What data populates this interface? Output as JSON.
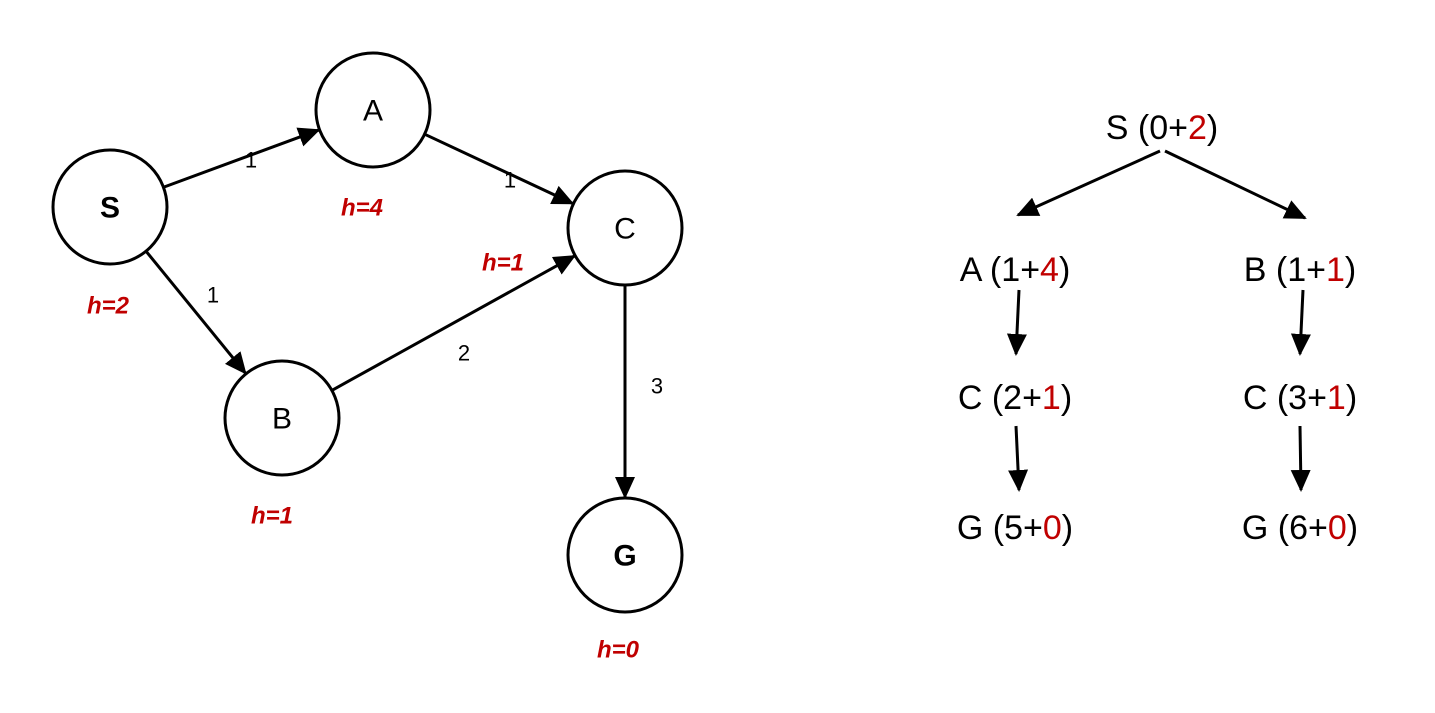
{
  "colors": {
    "heuristic": "#c00000",
    "stroke": "#000000"
  },
  "graph": {
    "nodes": [
      {
        "id": "S",
        "label": "S",
        "bold": true,
        "heuristic": "h=2"
      },
      {
        "id": "A",
        "label": "A",
        "bold": false,
        "heuristic": "h=4"
      },
      {
        "id": "B",
        "label": "B",
        "bold": false,
        "heuristic": "h=1"
      },
      {
        "id": "C",
        "label": "C",
        "bold": false,
        "heuristic": "h=1"
      },
      {
        "id": "G",
        "label": "G",
        "bold": true,
        "heuristic": "h=0"
      }
    ],
    "edges": [
      {
        "from": "S",
        "to": "A",
        "weight": "1"
      },
      {
        "from": "S",
        "to": "B",
        "weight": "1"
      },
      {
        "from": "A",
        "to": "C",
        "weight": "1"
      },
      {
        "from": "B",
        "to": "C",
        "weight": "2"
      },
      {
        "from": "C",
        "to": "G",
        "weight": "3"
      }
    ]
  },
  "tree": {
    "nodes": [
      {
        "id": "t_s",
        "name": "S",
        "g": "0",
        "h": "2"
      },
      {
        "id": "t_a",
        "name": "A",
        "g": "1",
        "h": "4"
      },
      {
        "id": "t_b",
        "name": "B",
        "g": "1",
        "h": "1"
      },
      {
        "id": "t_ca",
        "name": "C",
        "g": "2",
        "h": "1"
      },
      {
        "id": "t_cb",
        "name": "C",
        "g": "3",
        "h": "1"
      },
      {
        "id": "t_ga",
        "name": "G",
        "g": "5",
        "h": "0"
      },
      {
        "id": "t_gb",
        "name": "G",
        "g": "6",
        "h": "0"
      }
    ],
    "edges": [
      {
        "from": "t_s",
        "to": "t_a"
      },
      {
        "from": "t_s",
        "to": "t_b"
      },
      {
        "from": "t_a",
        "to": "t_ca"
      },
      {
        "from": "t_b",
        "to": "t_cb"
      },
      {
        "from": "t_ca",
        "to": "t_ga"
      },
      {
        "from": "t_cb",
        "to": "t_gb"
      }
    ]
  }
}
